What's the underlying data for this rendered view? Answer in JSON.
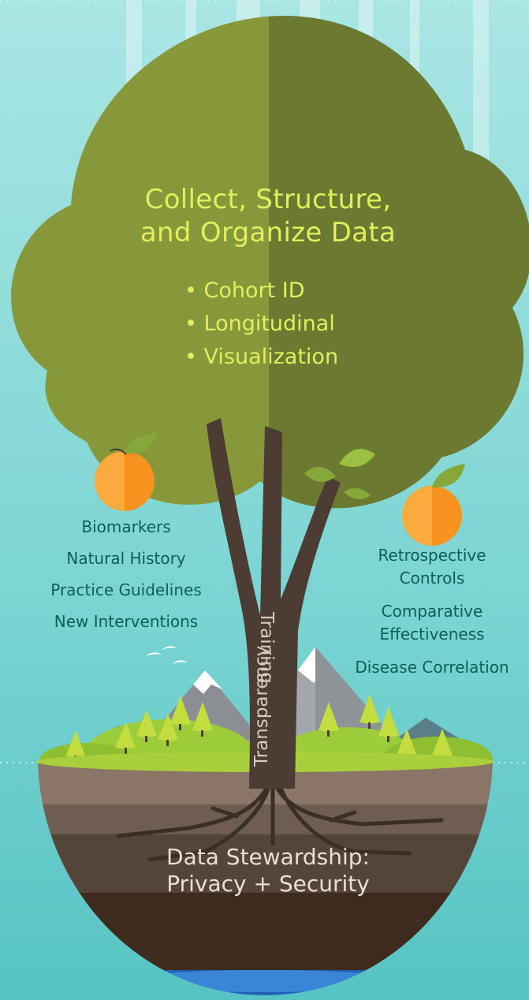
{
  "canopy": {
    "title_line1": "Collect, Structure,",
    "title_line2": "and Organize Data",
    "bullets": [
      "• Cohort ID",
      "• Longitudinal",
      "• Visualization"
    ]
  },
  "left_branch": {
    "items": [
      "Biomarkers",
      "Natural History",
      "Practice Guidelines",
      "New Interventions"
    ]
  },
  "right_branch": {
    "items": [
      "Retrospective Controls",
      "Comparative Effectiveness",
      "Disease Correlation"
    ]
  },
  "trunk": {
    "label_left": "Transparency",
    "label_right": "Training"
  },
  "roots": {
    "line1": "Data Stewardship:",
    "line2": "Privacy + Security"
  },
  "colors": {
    "background": "#6fd0cf",
    "canopy_light": "#86983a",
    "canopy_dark": "#6b7a30",
    "title_text": "#e3ee5f",
    "branch_text": "#0f5d57",
    "trunk": "#4c3c33",
    "fruit": "#f7931e",
    "grass": "#a9cf3c",
    "soil_dark": "#3f2a1e"
  },
  "icons": [
    "orange-fruit-icon",
    "leaf-icon",
    "mountain-icon",
    "pine-tree-icon",
    "bird-icon"
  ]
}
